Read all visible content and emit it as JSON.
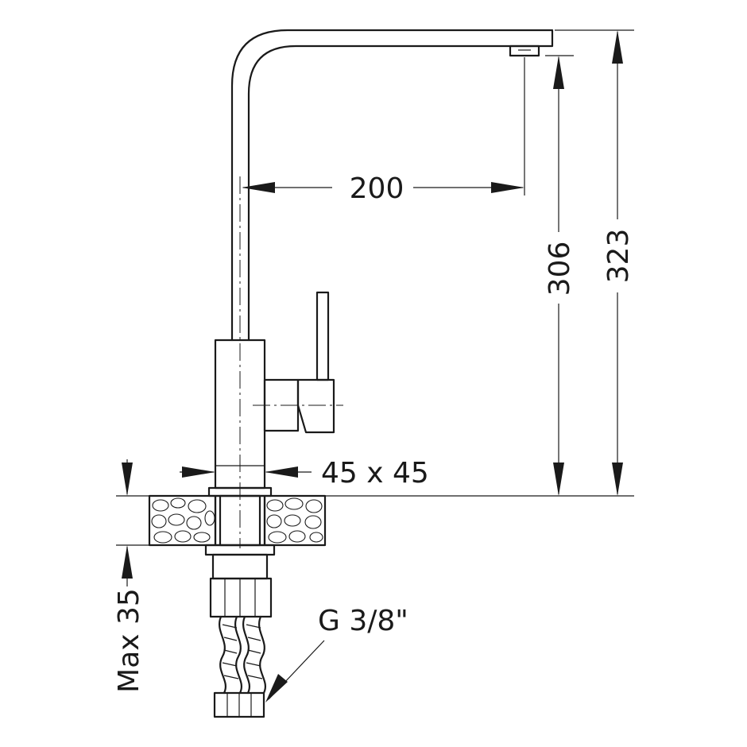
{
  "dimensions": {
    "reach": "200",
    "spout_height": "306",
    "total_height": "323",
    "base_size": "45 x 45",
    "max_thickness": "Max 35",
    "connection": "G 3/8\""
  },
  "colors": {
    "ink": "#1a1a1a",
    "background": "#ffffff"
  }
}
